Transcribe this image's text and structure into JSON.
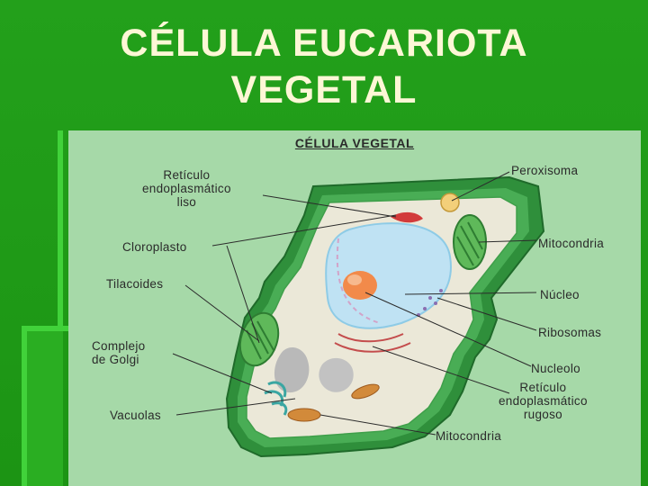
{
  "slide": {
    "title_line1": "CÉLULA EUCARIOTA",
    "title_line2": "VEGETAL"
  },
  "figure": {
    "title": "CÉLULA VEGETAL",
    "labels": {
      "reticulo_liso_1": "Retículo",
      "reticulo_liso_2": "endoplasmático",
      "reticulo_liso_3": "liso",
      "cloroplasto": "Cloroplasto",
      "tilacoides": "Tilacoides",
      "golgi_1": "Complejo",
      "golgi_2": "de Golgi",
      "vacuolas": "Vacuolas",
      "peroxisoma": "Peroxisoma",
      "mitocondria_1": "Mitocondria",
      "nucleo": "Núcleo",
      "ribosomas": "Ribosomas",
      "nucleolo": "Nucleolo",
      "reticulo_rugoso_1": "Retículo",
      "reticulo_rugoso_2": "endoplasmático",
      "reticulo_rugoso_3": "rugoso",
      "mitocondria_2": "Mitocondria"
    },
    "colors": {
      "background": "#a6d9a8",
      "cell_wall": "#2e8b3a",
      "cytoplasm": "#e9e6d6",
      "vacuole": "#bfe3f2",
      "nucleolus": "#f28a4a"
    }
  }
}
